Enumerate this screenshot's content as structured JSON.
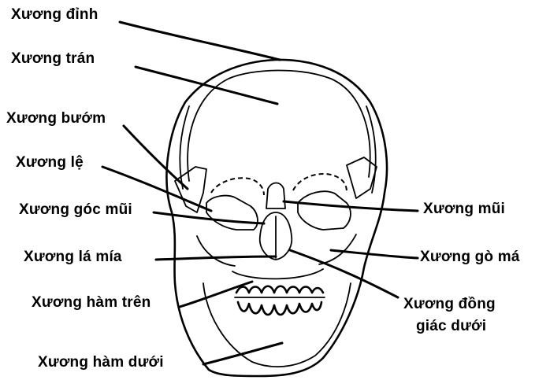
{
  "labels": {
    "dinh": "Xương đỉnh",
    "tran": "Xương trán",
    "buom": "Xương bướm",
    "le": "Xương lệ",
    "goc_mui": "Xương góc mũi",
    "la_mia": "Xương lá mía",
    "ham_tren": "Xương hàm trên",
    "ham_duoi": "Xương hàm dưới",
    "mui": "Xương mũi",
    "go_ma": "Xương gò má",
    "dong_giac_duoi_1": "Xương đồng",
    "dong_giac_duoi_2": "giác dưới"
  },
  "colors": {
    "ink": "#000000",
    "background": "#ffffff"
  }
}
